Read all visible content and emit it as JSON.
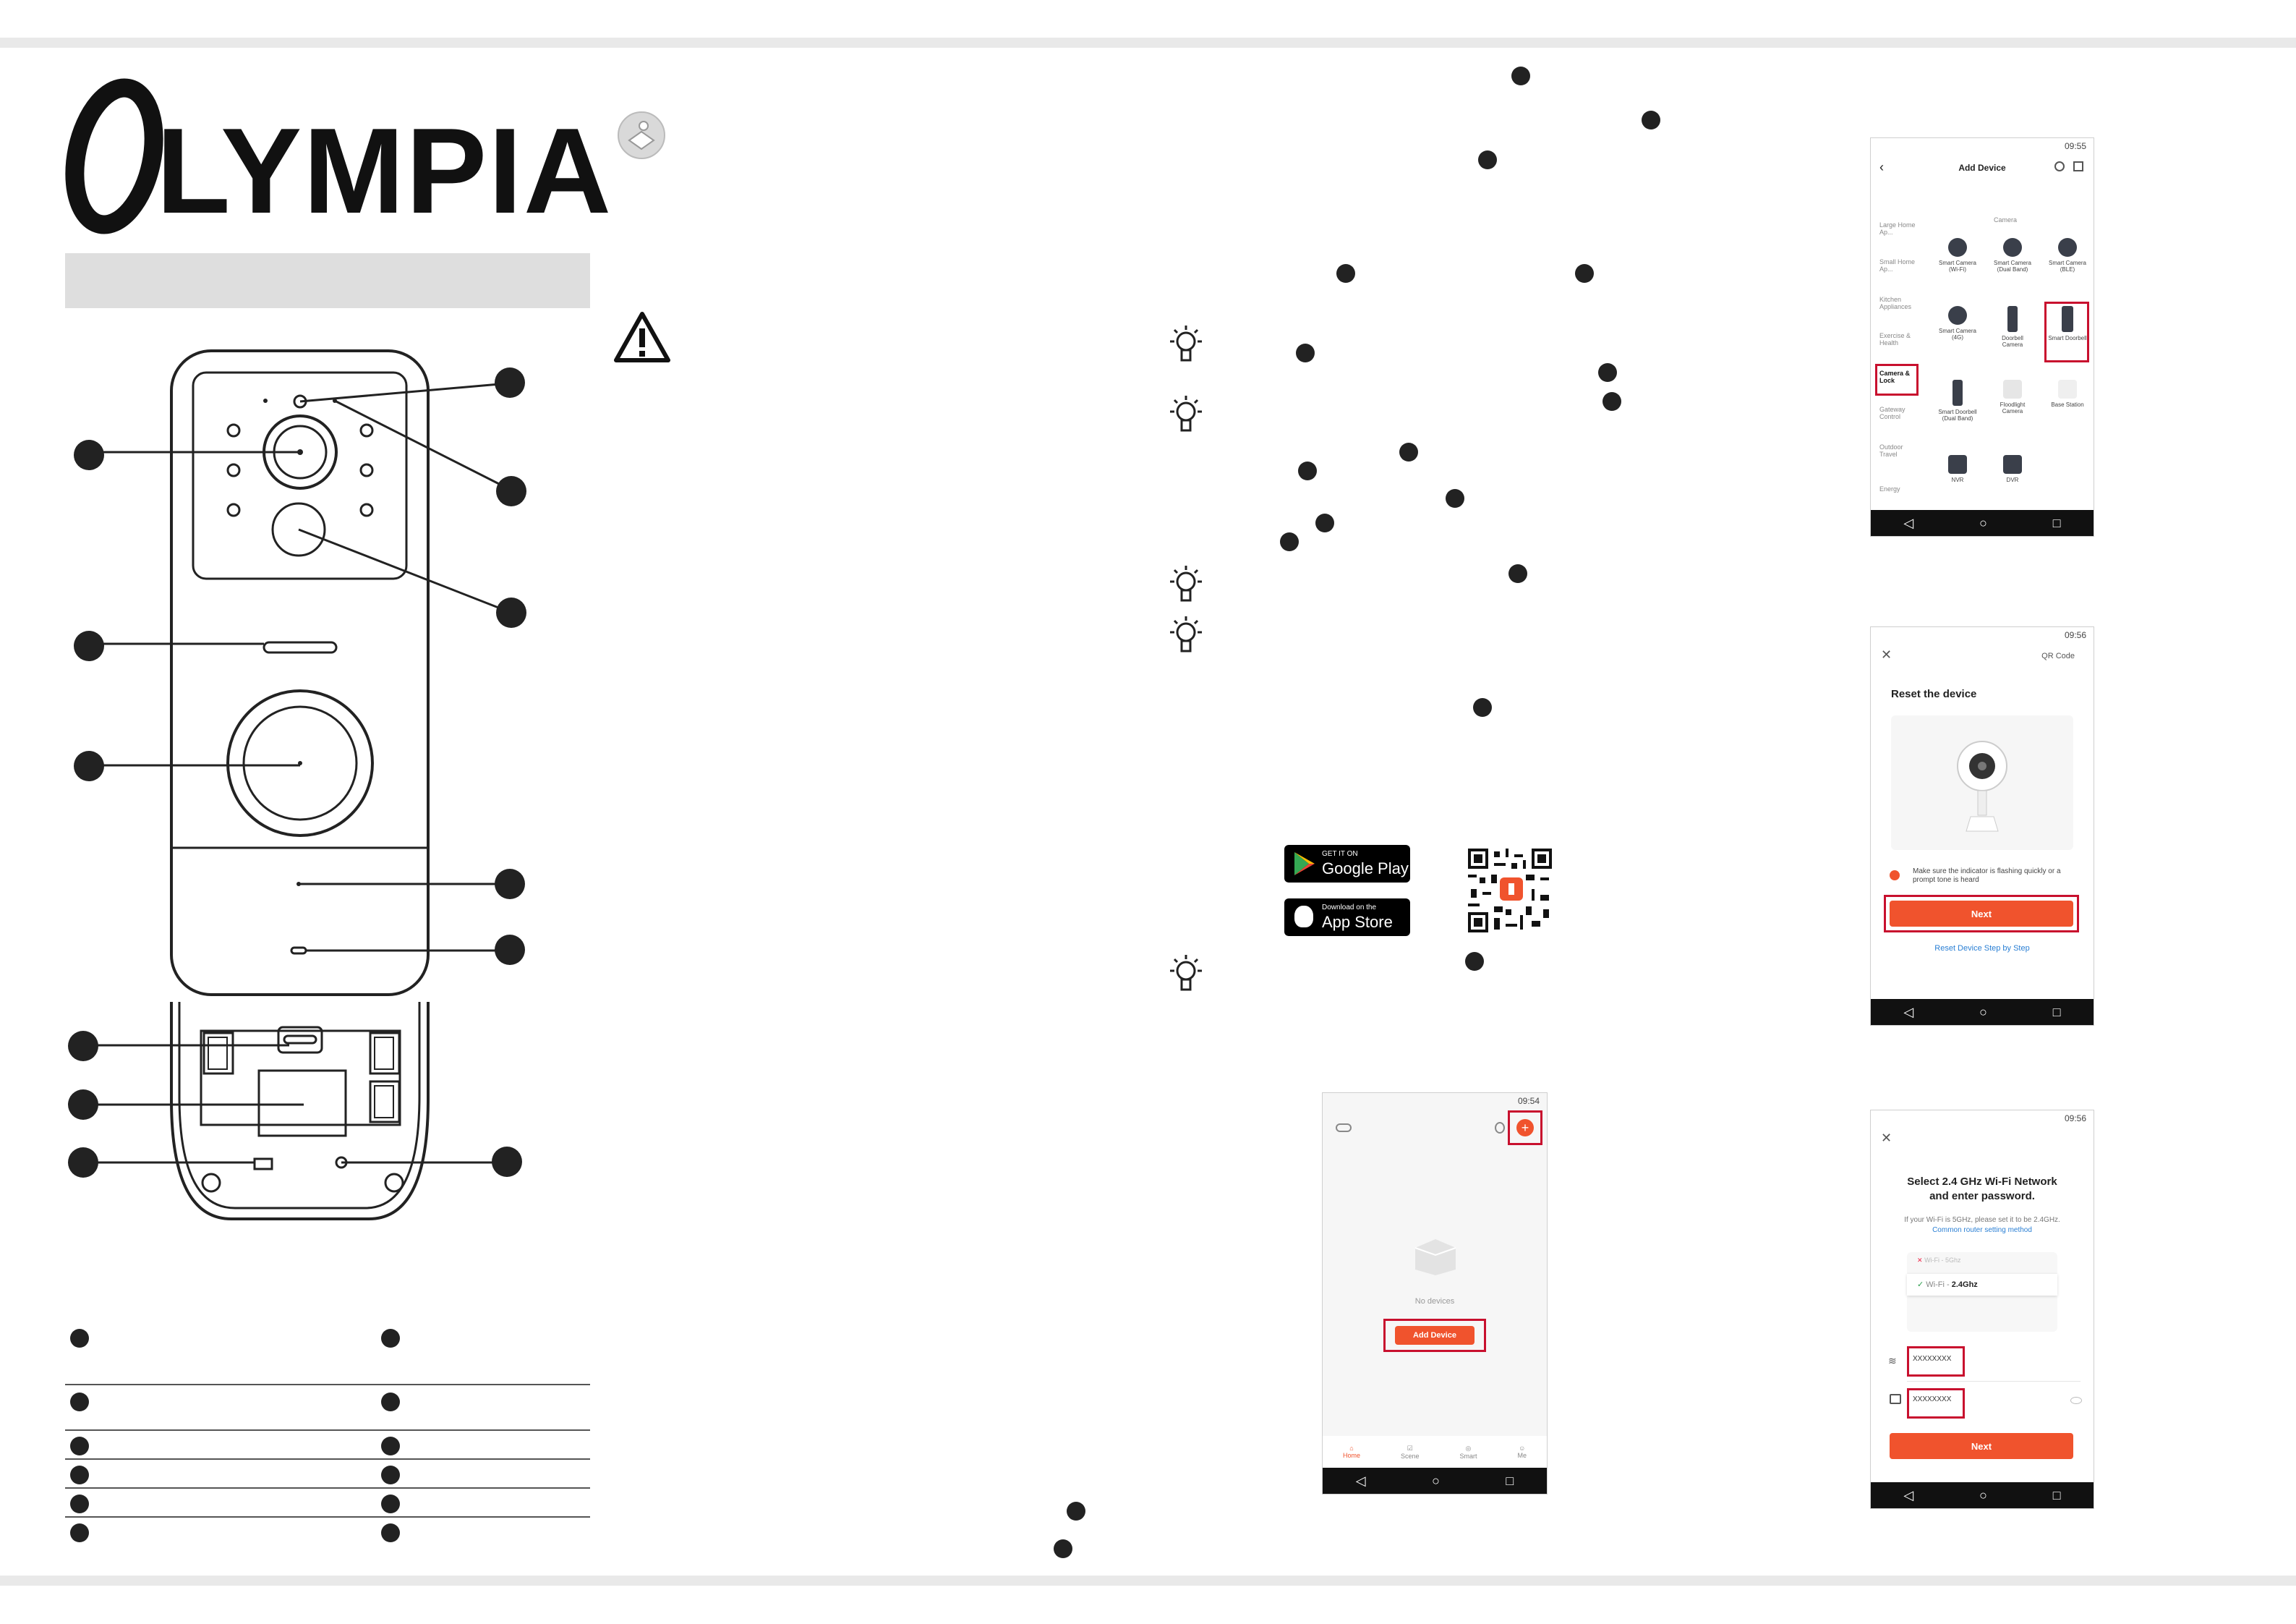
{
  "brand": {
    "logo_text": "LYMPIA",
    "logo_initial": "O"
  },
  "stores": {
    "google": {
      "line1": "GET IT ON",
      "line2": "Google Play"
    },
    "apple": {
      "line1": "Download on the",
      "line2": "App Store"
    }
  },
  "screen_add_device": {
    "time": "09:55",
    "title": "Add Device",
    "section": "Camera",
    "categories": [
      "Large Home Ap...",
      "Small Home Ap...",
      "Kitchen Appliances",
      "Exercise & Health",
      "Camera & Lock",
      "Gateway Control",
      "Outdoor Travel",
      "Energy"
    ],
    "devices": [
      "Smart Camera (Wi-Fi)",
      "Smart Camera (Dual Band)",
      "Smart Camera (BLE)",
      "Smart Camera (4G)",
      "Doorbell Camera",
      "Smart Doorbell",
      "Smart Doorbell (Dual Band)",
      "Floodlight Camera",
      "Base Station",
      "NVR",
      "DVR"
    ]
  },
  "screen_reset": {
    "time": "09:56",
    "qr_label": "QR Code",
    "title": "Reset the device",
    "check_text": "Make sure the indicator is flashing quickly or a prompt tone is heard",
    "next": "Next",
    "link": "Reset Device Step by Step"
  },
  "screen_wifi": {
    "time": "09:56",
    "title_line1": "Select 2.4 GHz Wi-Fi Network",
    "title_line2": "and enter password.",
    "hint": "If your Wi-Fi is 5GHz, please set it to be 2.4GHz.",
    "hint_link": "Common router setting method",
    "wifi_5g": "Wi-Fi - 5Ghz",
    "wifi_24_prefix": "Wi-Fi - ",
    "wifi_24": "2.4Ghz",
    "ssid_value": "XXXXXXXX",
    "password_value": "XXXXXXXX",
    "next": "Next"
  },
  "screen_home": {
    "time": "09:54",
    "empty_text": "No devices",
    "add_button": "Add Device",
    "tabs": [
      "Home",
      "Scene",
      "Smart",
      "Me"
    ]
  }
}
